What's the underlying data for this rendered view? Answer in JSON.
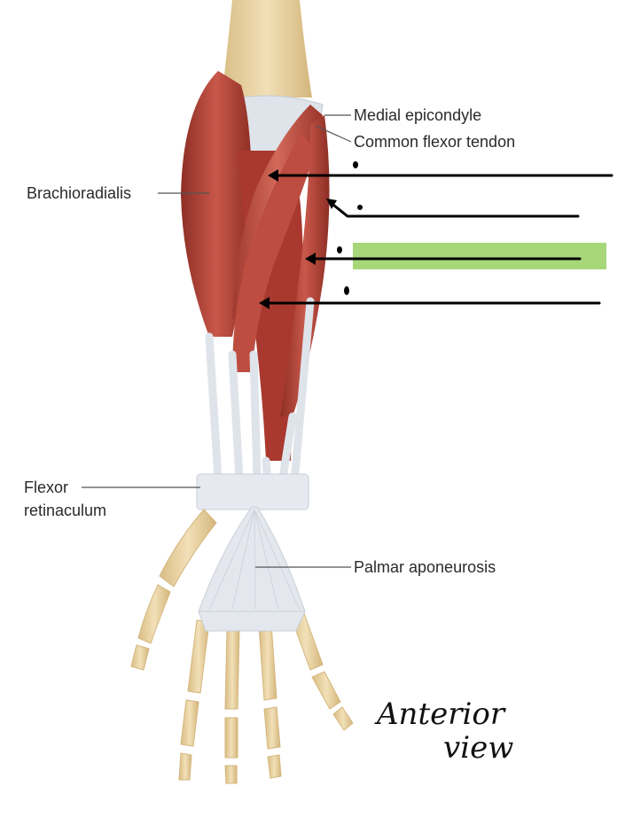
{
  "labels": {
    "medial_epicondyle": "Medial epicondyle",
    "common_flexor_tendon": "Common flexor tendon",
    "brachioradialis": "Brachioradialis",
    "flexor_line1": "Flexor",
    "flexor_line2": "retinaculum",
    "palmar_aponeurosis": "Palmar aponeurosis"
  },
  "annotation": {
    "line1": "Anterior",
    "line2": "view"
  },
  "colors": {
    "muscle": "#b8463a",
    "muscle_dark": "#8e2e25",
    "tendon": "#dfe3ea",
    "bone": "#e8d2a2",
    "highlight": "#a6d87a",
    "ink": "#000000"
  }
}
